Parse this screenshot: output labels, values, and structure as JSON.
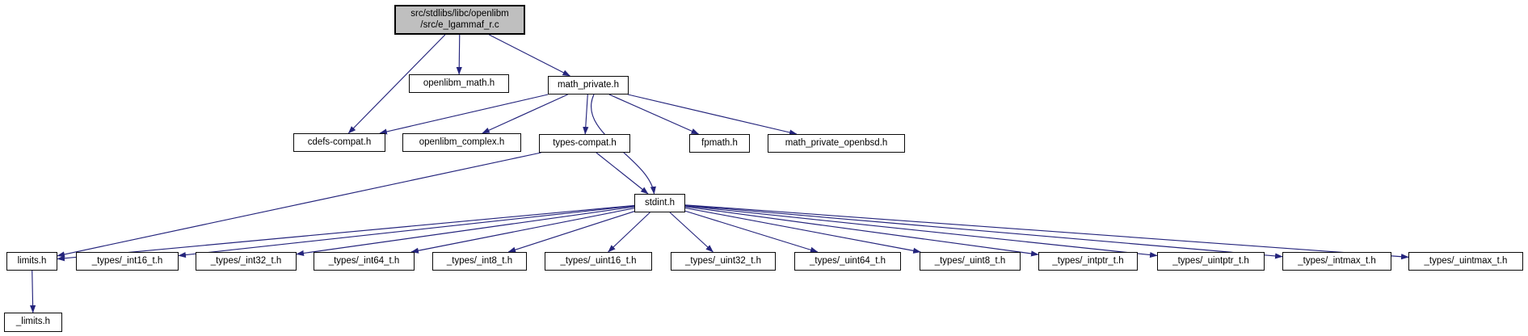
{
  "diagram": {
    "kind": "include-dependency-graph",
    "colors": {
      "edge": "#24247c",
      "node_fill": "#ffffff",
      "node_border": "#0a0a0a",
      "root_fill": "#bfbfbf",
      "text": "#000000"
    },
    "nodes": [
      {
        "id": "root",
        "label": "src/stdlibs/libc/openlibm\n/src/e_lgammaf_r.c",
        "is_root": true
      },
      {
        "id": "openlibm_math",
        "label": "openlibm_math.h"
      },
      {
        "id": "math_private",
        "label": "math_private.h"
      },
      {
        "id": "cdefs_compat",
        "label": "cdefs-compat.h"
      },
      {
        "id": "openlibm_complex",
        "label": "openlibm_complex.h"
      },
      {
        "id": "types_compat",
        "label": "types-compat.h"
      },
      {
        "id": "fpmath",
        "label": "fpmath.h"
      },
      {
        "id": "math_private_openbsd",
        "label": "math_private_openbsd.h"
      },
      {
        "id": "stdint",
        "label": "stdint.h"
      },
      {
        "id": "limits",
        "label": "limits.h"
      },
      {
        "id": "int16",
        "label": "_types/_int16_t.h"
      },
      {
        "id": "int32",
        "label": "_types/_int32_t.h"
      },
      {
        "id": "int64",
        "label": "_types/_int64_t.h"
      },
      {
        "id": "int8",
        "label": "_types/_int8_t.h"
      },
      {
        "id": "uint16",
        "label": "_types/_uint16_t.h"
      },
      {
        "id": "uint32",
        "label": "_types/_uint32_t.h"
      },
      {
        "id": "uint64",
        "label": "_types/_uint64_t.h"
      },
      {
        "id": "uint8",
        "label": "_types/_uint8_t.h"
      },
      {
        "id": "intptr",
        "label": "_types/_intptr_t.h"
      },
      {
        "id": "uintptr",
        "label": "_types/_uintptr_t.h"
      },
      {
        "id": "intmax",
        "label": "_types/_intmax_t.h"
      },
      {
        "id": "uintmax",
        "label": "_types/_uintmax_t.h"
      },
      {
        "id": "_limits",
        "label": "_limits.h"
      }
    ],
    "edges": [
      {
        "from": "root",
        "to": "openlibm_math"
      },
      {
        "from": "root",
        "to": "math_private"
      },
      {
        "from": "root",
        "to": "cdefs_compat"
      },
      {
        "from": "math_private",
        "to": "cdefs_compat"
      },
      {
        "from": "math_private",
        "to": "openlibm_complex"
      },
      {
        "from": "math_private",
        "to": "types_compat"
      },
      {
        "from": "math_private",
        "to": "fpmath"
      },
      {
        "from": "math_private",
        "to": "math_private_openbsd"
      },
      {
        "from": "math_private",
        "to": "stdint",
        "curved": true
      },
      {
        "from": "types_compat",
        "to": "stdint"
      },
      {
        "from": "types_compat",
        "to": "limits"
      },
      {
        "from": "stdint",
        "to": "limits"
      },
      {
        "from": "stdint",
        "to": "int16"
      },
      {
        "from": "stdint",
        "to": "int32"
      },
      {
        "from": "stdint",
        "to": "int64"
      },
      {
        "from": "stdint",
        "to": "int8"
      },
      {
        "from": "stdint",
        "to": "uint16"
      },
      {
        "from": "stdint",
        "to": "uint32"
      },
      {
        "from": "stdint",
        "to": "uint64"
      },
      {
        "from": "stdint",
        "to": "uint8"
      },
      {
        "from": "stdint",
        "to": "intptr"
      },
      {
        "from": "stdint",
        "to": "uintptr"
      },
      {
        "from": "stdint",
        "to": "intmax"
      },
      {
        "from": "stdint",
        "to": "uintmax"
      },
      {
        "from": "limits",
        "to": "_limits"
      }
    ]
  }
}
